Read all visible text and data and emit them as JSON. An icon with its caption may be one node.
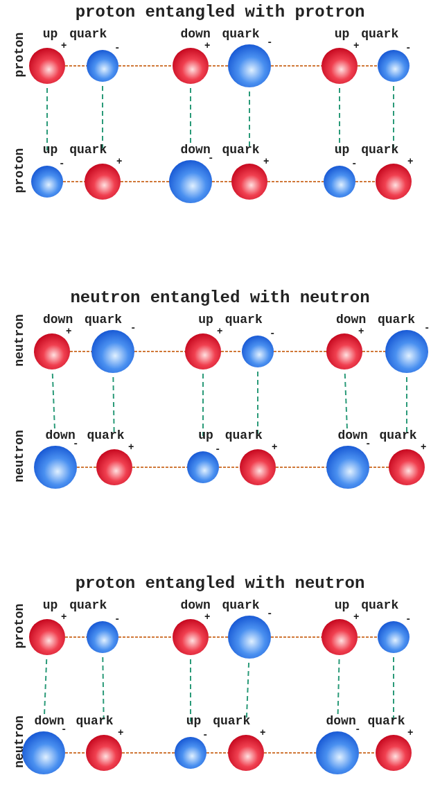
{
  "diagram": {
    "nodes": [
      {
        "text": [],
        "shape": "circle",
        "beside": [
          "+"
        ]
      },
      {
        "text": [],
        "shape": "circle",
        "beside": [
          "-"
        ]
      },
      {
        "text": [],
        "shape": "circle",
        "beside": [
          "+"
        ]
      },
      {
        "text": [],
        "shape": "circle",
        "beside": [
          "-"
        ]
      },
      {
        "text": [],
        "shape": "circle",
        "beside": [
          "+"
        ]
      },
      {
        "text": [],
        "shape": "circle",
        "beside": [
          "-"
        ]
      },
      {
        "text": [],
        "shape": "circle",
        "beside": [
          "-"
        ]
      },
      {
        "text": [],
        "shape": "circle",
        "beside": [
          "+"
        ]
      },
      {
        "text": [],
        "shape": "circle",
        "beside": [
          "-"
        ]
      },
      {
        "text": [],
        "shape": "circle",
        "beside": [
          "+"
        ]
      },
      {
        "text": [],
        "shape": "circle",
        "beside": [
          "-"
        ]
      },
      {
        "text": [],
        "shape": "circle",
        "beside": [
          "+"
        ]
      },
      {
        "text": [],
        "shape": "circle",
        "beside": [
          "+"
        ]
      },
      {
        "text": [],
        "shape": "circle",
        "beside": [
          "-"
        ]
      },
      {
        "text": [],
        "shape": "circle",
        "beside": [
          "+"
        ]
      },
      {
        "text": [],
        "shape": "circle",
        "beside": [
          "-"
        ]
      },
      {
        "text": [],
        "shape": "circle",
        "beside": [
          "+"
        ]
      },
      {
        "text": [],
        "shape": "circle",
        "beside": [
          "-"
        ]
      },
      {
        "text": [],
        "shape": "circle",
        "beside": [
          "-"
        ]
      },
      {
        "text": [],
        "shape": "circle",
        "beside": [
          "+"
        ]
      },
      {
        "text": [],
        "shape": "circle",
        "beside": [
          "-"
        ]
      },
      {
        "text": [],
        "shape": "circle",
        "beside": [
          "+"
        ]
      },
      {
        "text": [],
        "shape": "circle",
        "beside": [
          "-"
        ]
      },
      {
        "text": [],
        "shape": "circle",
        "beside": [
          "+"
        ]
      },
      {
        "text": [],
        "shape": "circle",
        "beside": [
          "+"
        ]
      },
      {
        "text": [],
        "shape": "circle",
        "beside": [
          "-"
        ]
      },
      {
        "text": [],
        "shape": "circle",
        "beside": [
          "+"
        ]
      },
      {
        "text": [],
        "shape": "circle",
        "beside": [
          "-"
        ]
      },
      {
        "text": [],
        "shape": "circle",
        "beside": [
          "+"
        ]
      },
      {
        "text": [],
        "shape": "circle",
        "beside": [
          "-"
        ]
      },
      {
        "text": [],
        "shape": "circle",
        "beside": [
          "-"
        ]
      },
      {
        "text": [],
        "shape": "circle",
        "beside": [
          "+"
        ]
      },
      {
        "text": [],
        "shape": "circle",
        "beside": [
          "-"
        ]
      },
      {
        "text": [],
        "shape": "circle",
        "beside": [
          "+"
        ]
      },
      {
        "text": [],
        "shape": "circle",
        "beside": [
          "-"
        ]
      },
      {
        "text": [],
        "shape": "circle",
        "beside": [
          "+"
        ]
      }
    ],
    "edges": [
      {
        "from": 0,
        "to": 1,
        "arrow": "none",
        "style": "dashed"
      },
      {
        "from": 1,
        "to": 2,
        "arrow": "none",
        "style": "dashed"
      },
      {
        "from": 2,
        "to": 3,
        "arrow": "none",
        "style": "dashed"
      },
      {
        "from": 3,
        "to": 4,
        "arrow": "none",
        "style": "dashed"
      },
      {
        "from": 4,
        "to": 5,
        "arrow": "none",
        "style": "dashed"
      },
      {
        "from": 6,
        "to": 7,
        "arrow": "none",
        "style": "dashed"
      },
      {
        "from": 7,
        "to": 8,
        "arrow": "none",
        "style": "dashed"
      },
      {
        "from": 8,
        "to": 9,
        "arrow": "none",
        "style": "dashed"
      },
      {
        "from": 9,
        "to": 10,
        "arrow": "none",
        "style": "dashed"
      },
      {
        "from": 10,
        "to": 11,
        "arrow": "none",
        "style": "dashed"
      },
      {
        "from": 0,
        "to": 6,
        "arrow": "none",
        "style": "dashed",
        "color": "#2a9a78"
      },
      {
        "from": 1,
        "to": 7,
        "arrow": "none",
        "style": "dashed",
        "color": "#2a9a78"
      },
      {
        "from": 2,
        "to": 8,
        "arrow": "none",
        "style": "dashed",
        "color": "#2a9a78"
      },
      {
        "from": 3,
        "to": 9,
        "arrow": "none",
        "style": "dashed",
        "color": "#2a9a78"
      },
      {
        "from": 4,
        "to": 10,
        "arrow": "none",
        "style": "dashed",
        "color": "#2a9a78"
      },
      {
        "from": 5,
        "to": 11,
        "arrow": "none",
        "style": "dashed",
        "color": "#2a9a78"
      },
      {
        "from": 12,
        "to": 13,
        "arrow": "none",
        "style": "dashed"
      },
      {
        "from": 13,
        "to": 14,
        "arrow": "none",
        "style": "dashed"
      },
      {
        "from": 14,
        "to": 15,
        "arrow": "none",
        "style": "dashed"
      },
      {
        "from": 15,
        "to": 16,
        "arrow": "none",
        "style": "dashed"
      },
      {
        "from": 16,
        "to": 17,
        "arrow": "none",
        "style": "dashed"
      },
      {
        "from": 18,
        "to": 19,
        "arrow": "none",
        "style": "dashed"
      },
      {
        "from": 19,
        "to": 20,
        "arrow": "none",
        "style": "dashed"
      },
      {
        "from": 20,
        "to": 21,
        "arrow": "none",
        "style": "dashed"
      },
      {
        "from": 21,
        "to": 22,
        "arrow": "none",
        "style": "dashed"
      },
      {
        "from": 22,
        "to": 23,
        "arrow": "none",
        "style": "dashed"
      },
      {
        "from": 12,
        "to": 18,
        "arrow": "none",
        "style": "dashed",
        "color": "#2a9a78"
      },
      {
        "from": 13,
        "to": 19,
        "arrow": "none",
        "style": "dashed",
        "color": "#2a9a78"
      },
      {
        "from": 14,
        "to": 20,
        "arrow": "none",
        "style": "dashed",
        "color": "#2a9a78"
      },
      {
        "from": 15,
        "to": 21,
        "arrow": "none",
        "style": "dashed",
        "color": "#2a9a78"
      },
      {
        "from": 16,
        "to": 22,
        "arrow": "none",
        "style": "dashed",
        "color": "#2a9a78"
      },
      {
        "from": 17,
        "to": 23,
        "arrow": "none",
        "style": "dashed",
        "color": "#2a9a78"
      },
      {
        "from": 24,
        "to": 25,
        "arrow": "none",
        "style": "dashed"
      },
      {
        "from": 25,
        "to": 26,
        "arrow": "none",
        "style": "dashed"
      },
      {
        "from": 26,
        "to": 27,
        "arrow": "none",
        "style": "dashed"
      },
      {
        "from": 27,
        "to": 28,
        "arrow": "none",
        "style": "dashed"
      },
      {
        "from": 28,
        "to": 29,
        "arrow": "none",
        "style": "dashed"
      },
      {
        "from": 30,
        "to": 31,
        "arrow": "none",
        "style": "dashed"
      },
      {
        "from": 31,
        "to": 32,
        "arrow": "none",
        "style": "dashed"
      },
      {
        "from": 32,
        "to": 33,
        "arrow": "none",
        "style": "dashed"
      },
      {
        "from": 33,
        "to": 34,
        "arrow": "none",
        "style": "dashed"
      },
      {
        "from": 34,
        "to": 35,
        "arrow": "none",
        "style": "dashed"
      },
      {
        "from": 24,
        "to": 30,
        "arrow": "none",
        "style": "dashed",
        "color": "#2a9a78"
      },
      {
        "from": 25,
        "to": 31,
        "arrow": "none",
        "style": "dashed",
        "color": "#2a9a78"
      },
      {
        "from": 26,
        "to": 32,
        "arrow": "none",
        "style": "dashed",
        "color": "#2a9a78"
      },
      {
        "from": 27,
        "to": 33,
        "arrow": "none",
        "style": "dashed",
        "color": "#2a9a78"
      },
      {
        "from": 28,
        "to": 34,
        "arrow": "none",
        "style": "dashed",
        "color": "#2a9a78"
      },
      {
        "from": 29,
        "to": 35,
        "arrow": "none",
        "style": "dashed",
        "color": "#2a9a78"
      }
    ],
    "labels": [
      "proton entangled with protron",
      "proton",
      "up quark",
      "down quark",
      "up quark",
      "proton",
      "up quark",
      "down quark",
      "up quark",
      "neutron entangled with neutron",
      "neutron",
      "down quark",
      "up quark",
      "down quark",
      "neutron",
      "down quark",
      "up quark",
      "down quark",
      "proton entangled with neutron",
      "proton",
      "up quark",
      "down quark",
      "up quark",
      "neutron",
      "down quark",
      "up quark",
      "down quark"
    ]
  }
}
